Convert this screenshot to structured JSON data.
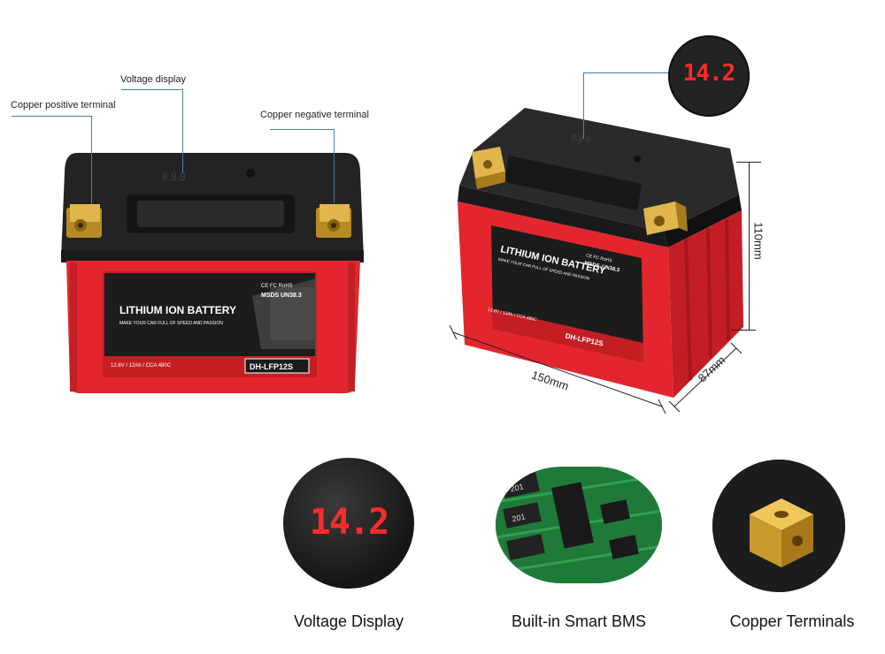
{
  "callouts": {
    "voltage_display": "Voltage display",
    "copper_positive": "Copper positive terminal",
    "copper_negative": "Copper negative terminal"
  },
  "battery": {
    "brand_title": "LITHIUM ION BATTERY",
    "slogan": "MAKE YOUR CAR FULL OF SPEED AND PASSION",
    "msds": "MSDS",
    "un_code": "UN38.3",
    "cert_marks": "CE FC RoHS",
    "specs": "12.8V / 12Ah / CCA 480C",
    "model": "DH-LFP12S",
    "display_idle": "8.8.8",
    "display_reading": "14.2"
  },
  "dimensions": {
    "height": "110mm",
    "length": "150mm",
    "width": "87mm"
  },
  "features": [
    {
      "label": "Voltage Display",
      "value": "14.2"
    },
    {
      "label": "Built-in Smart BMS",
      "chip_code": "201"
    },
    {
      "label": "Copper Terminals"
    }
  ],
  "colors": {
    "case_red": "#e3262d",
    "lid_black": "#232323",
    "brass": "#d4a437",
    "led_red": "#ff2a2a",
    "pcb_green": "#1f7a3a",
    "leader_blue": "#4a7fa8"
  }
}
